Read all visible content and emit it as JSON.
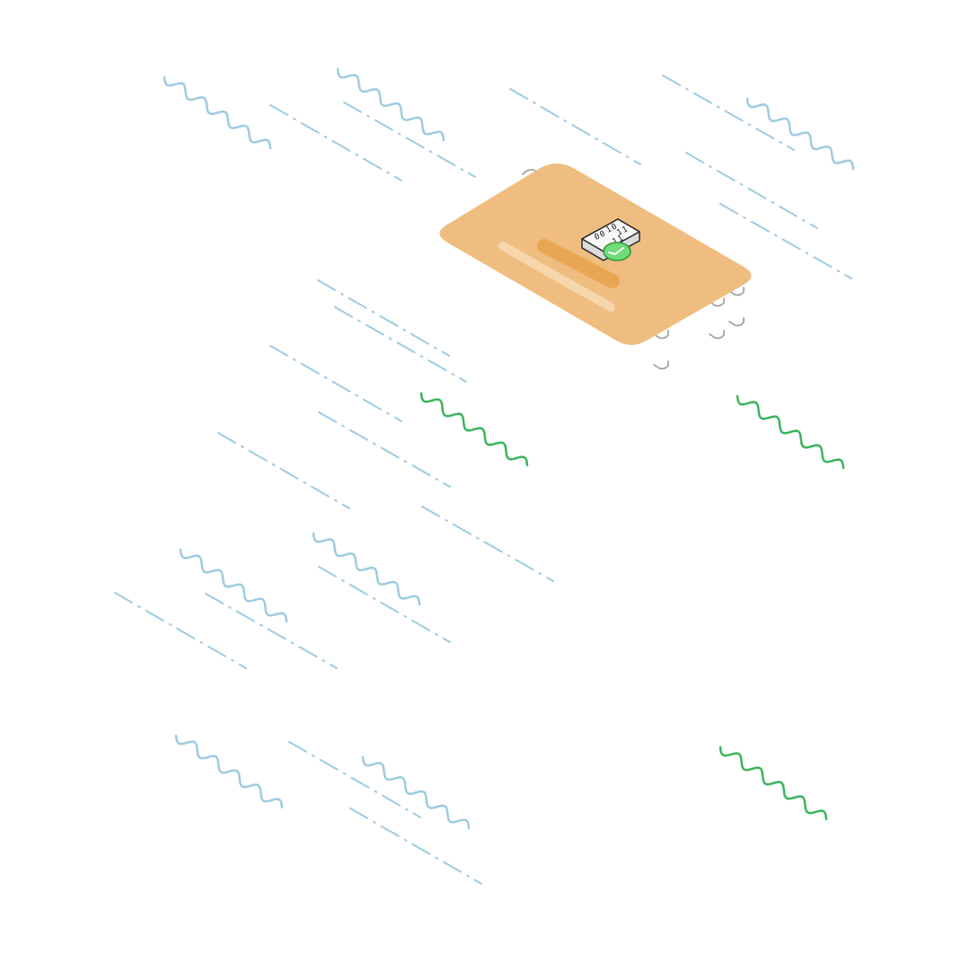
{
  "illustration": {
    "card_binary_glyphs": [
      "1",
      "0",
      "1",
      "1",
      "0",
      "0",
      "1",
      "1"
    ],
    "status_icon": "check-icon"
  },
  "colors": {
    "background": "#ffffff",
    "card": "#efbd7f",
    "card_bar_dark": "#e9a652",
    "card_bar_light": "#f6d6ad",
    "chip": "#dcdcdc",
    "chip_outline": "#222222",
    "check": "#6fdc78",
    "check_outline": "#2f9a3f",
    "stream_blue": "#9ecbe0",
    "wave_blue": "#9ecbe0",
    "wave_green": "#3bb45c",
    "hook_grey": "#9a9a9a"
  }
}
